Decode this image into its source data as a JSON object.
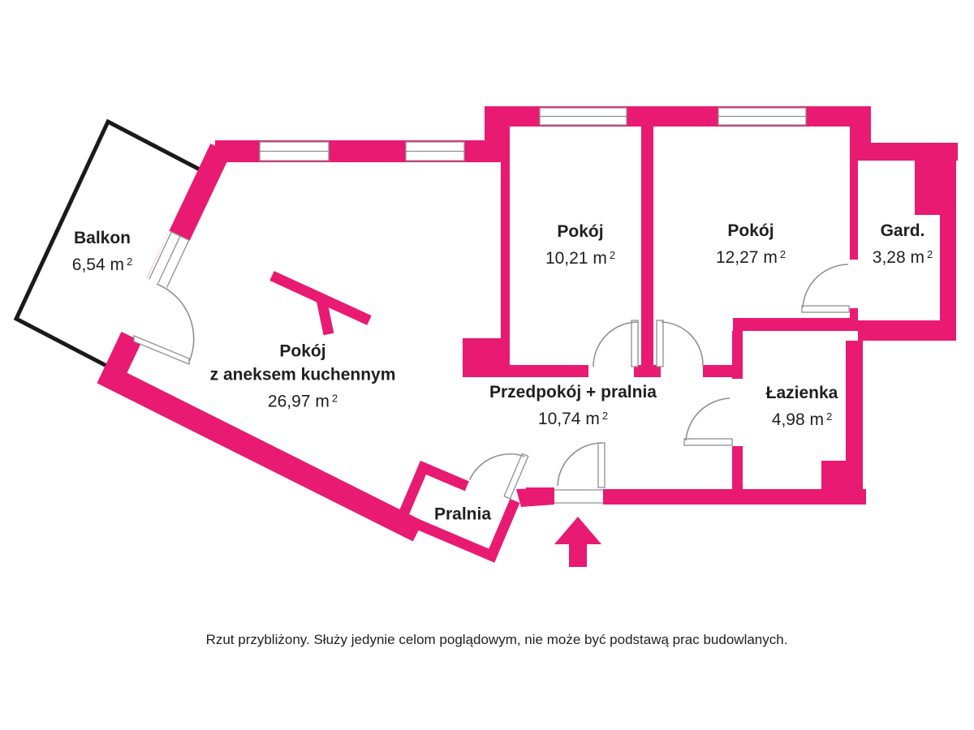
{
  "plan": {
    "colors": {
      "wall": "#e81a72",
      "outline": "#1a1a1a",
      "detail": "#8f8f8f",
      "text": "#1f1f1f"
    },
    "rooms": [
      {
        "id": "balkon",
        "name": "Balkon",
        "area": "6,54 m",
        "area_sup": "2"
      },
      {
        "id": "living",
        "name": "Pokój",
        "name2": "z aneksem kuchennym",
        "area": "26,97 m",
        "area_sup": "2"
      },
      {
        "id": "pokoj1",
        "name": "Pokój",
        "area": "10,21 m",
        "area_sup": "2"
      },
      {
        "id": "pokoj2",
        "name": "Pokój",
        "area": "12,27 m",
        "area_sup": "2"
      },
      {
        "id": "gard",
        "name": "Gard.",
        "area": "3,28 m",
        "area_sup": "2"
      },
      {
        "id": "lazienka",
        "name": "Łazienka",
        "area": "4,98 m",
        "area_sup": "2"
      },
      {
        "id": "przedpokoj",
        "name": "Przedpokój + pralnia",
        "area": "10,74 m",
        "area_sup": "2"
      },
      {
        "id": "pralnia",
        "name": "Pralnia"
      }
    ],
    "footer": "Rzut przybliżony. Służy jedynie celom poglądowym, nie może być podstawą prac budowlanych."
  }
}
